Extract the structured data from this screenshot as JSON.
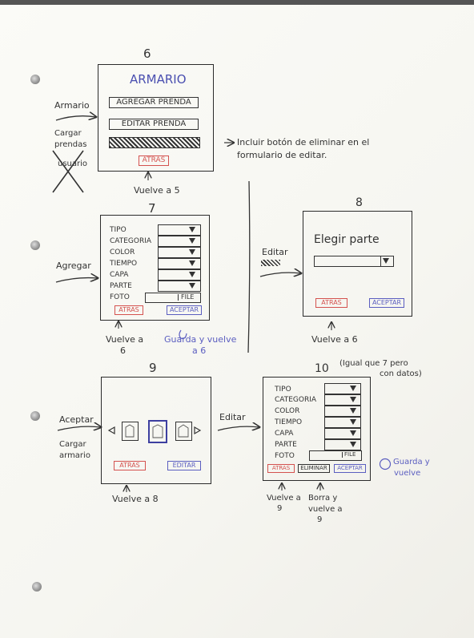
{
  "screen6": {
    "number": "6",
    "title": "ARMARIO",
    "btn_agregar": "AGREGAR PRENDA",
    "btn_editar": "EDITAR PRENDA",
    "btn_atras": "ATRAS",
    "arrow_in_armario": "Armario",
    "crossed_note_1": "Cargar",
    "crossed_note_2": "prendas",
    "crossed_note_3": "usuario",
    "below_note": "Vuelve a 5",
    "side_note_1": "Incluir botón de eliminar en el",
    "side_note_2": "formulario de editar."
  },
  "screen7": {
    "number": "7",
    "labels": [
      "TIPO",
      "CATEGORIA",
      "COLOR",
      "TIEMPO",
      "CAPA",
      "PARTE",
      "FOTO"
    ],
    "file_label": "FILE",
    "btn_atras": "ATRAS",
    "btn_aceptar": "ACEPTAR",
    "arrow_in": "Agregar",
    "below_note_left_1": "Vuelve a",
    "below_note_left_2": "6",
    "below_note_right_1": "Guarda y vuelve",
    "below_note_right_2": "a 6"
  },
  "screen8": {
    "number": "8",
    "title": "Elegir parte",
    "btn_atras": "ATRAS",
    "btn_aceptar": "ACEPTAR",
    "arrow_in": "Editar",
    "below_note": "Vuelve a 6"
  },
  "screen9": {
    "number": "9",
    "btn_atras": "ATRAS",
    "btn_editar": "EDITAR",
    "arrow_in_1": "Aceptar",
    "arrow_in_2": "Cargar",
    "arrow_in_3": "armario",
    "arrow_out": "Editar",
    "below_note": "Vuelve a 8"
  },
  "screen10": {
    "number": "10",
    "note_1": "(Igual que 7 pero",
    "note_2": "con datos)",
    "labels": [
      "TIPO",
      "CATEGORIA",
      "COLOR",
      "TIEMPO",
      "CAPA",
      "PARTE",
      "FOTO"
    ],
    "file_label": "FILE",
    "btn_atras": "ATRAS",
    "btn_eliminar": "ELIMINAR",
    "btn_aceptar": "ACEPTAR",
    "side_note_1": "Guarda y",
    "side_note_2": "vuelve",
    "below_note_left_1": "Vuelve a",
    "below_note_left_2": "9",
    "below_note_mid_1": "Borra y",
    "below_note_mid_2": "vuelve a",
    "below_note_mid_3": "9"
  },
  "colors": {
    "red": "#d4524f",
    "blue": "#5b5ec0",
    "ink": "#2b2b2b",
    "title_blue": "#4a4fb0"
  }
}
